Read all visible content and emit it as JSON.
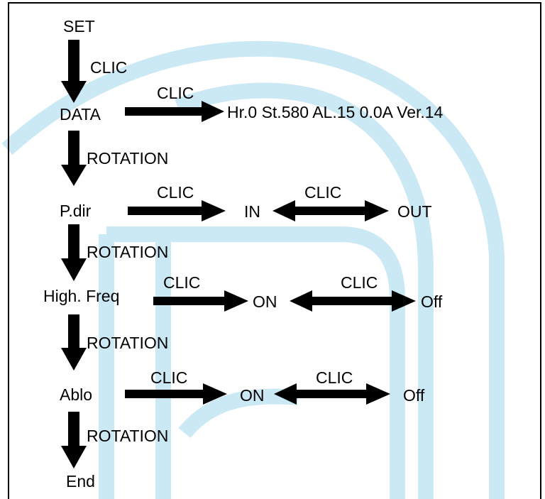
{
  "nodes": {
    "set": "SET",
    "data": "DATA",
    "data_info": "Hr.0 St.580 AL.15 0.0A Ver.14",
    "pdir": "P.dir",
    "pdir_in": "IN",
    "pdir_out": "OUT",
    "highfreq": "High. Freq",
    "highfreq_on": "ON",
    "highfreq_off": "Off",
    "ablo": "Ablo",
    "ablo_on": "ON",
    "ablo_off": "Off",
    "end": "End"
  },
  "actions": {
    "clic": "CLIC",
    "rotation": "ROTATION"
  },
  "colors": {
    "watermark": "#bfe3f3",
    "arrow": "#000000"
  }
}
